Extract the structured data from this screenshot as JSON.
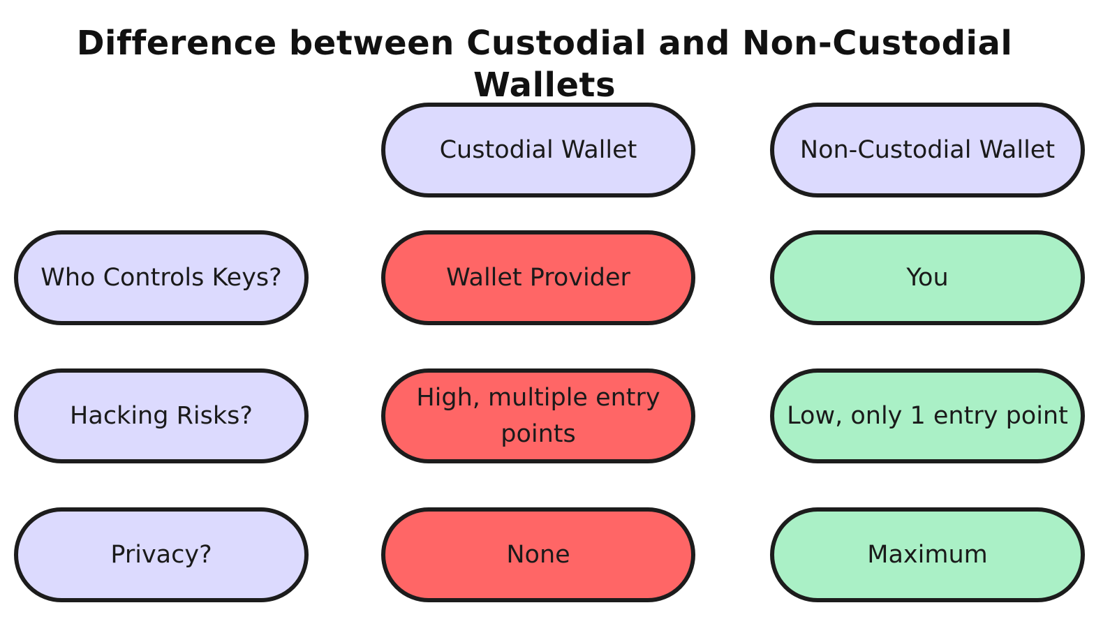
{
  "title": "Difference between Custodial and Non-Custodial Wallets",
  "columns": {
    "custodial": "Custodial Wallet",
    "non_custodial": "Non-Custodial Wallet"
  },
  "rows": [
    {
      "question": "Who Controls Keys?",
      "custodial": "Wallet Provider",
      "non_custodial": "You"
    },
    {
      "question": "Hacking Risks?",
      "custodial": "High, multiple entry points",
      "non_custodial": "Low, only 1 entry point"
    },
    {
      "question": "Privacy?",
      "custodial": "None",
      "non_custodial": "Maximum"
    }
  ],
  "colors": {
    "header": "#dcdafe",
    "question": "#dcdafe",
    "custodial": "#ff6666",
    "non_custodial": "#aaf0c6",
    "border": "#1c1c1c"
  }
}
